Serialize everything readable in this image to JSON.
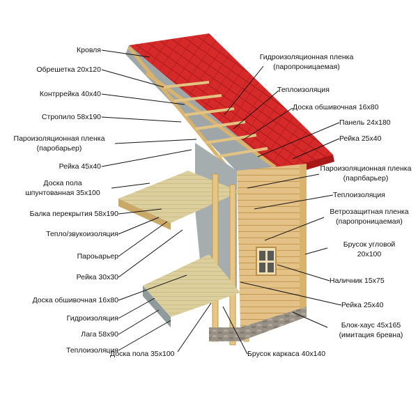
{
  "colors": {
    "roof": "#d62a2a",
    "roof_dark": "#a81818",
    "wood": "#e8c98a",
    "wood_dark": "#c79a52",
    "insulation": "#8f9a9c",
    "floor": "#dccf9e",
    "foundation": "#9a9186",
    "lines": "#111111"
  },
  "labels_left": [
    "Кровля",
    "Обрешетка 20x120",
    "Контррейка 40x40",
    "Стропило 58x190",
    "Пароизоляционная пленка",
    "(паробарьер)",
    "Рейка 45x40",
    "Доска пола",
    "шпунтованная 35x100",
    "Балка перекрытия 58x190",
    "Тепло/звукоизоляция",
    "Пароьарьер",
    "Рейка 30x30",
    "Доска обшивочная 16x80",
    "Гидроизоляция",
    "Лага 58x90",
    "Теплоизоляция",
    "Доска пола 35x100"
  ],
  "labels_right": [
    "Гидроизоляционная пленка",
    "(паропроницаемая)",
    "Теплоизоляция",
    "Доска обшивочная 16x80",
    "Панель 24x180",
    "Рейка 25x40",
    "Пароизоляционная пленка",
    "(парпбарьер)",
    "Теплоизоляция",
    "Ветрозащитная пленка",
    "(паропроницаемая)",
    "Брусок угловой",
    "20x100",
    "Наличник 15x75",
    "Рейка 25x40",
    "Блок-хаус 45x165",
    "(имитация бревна)",
    "Брусок каркаса 40x140"
  ]
}
